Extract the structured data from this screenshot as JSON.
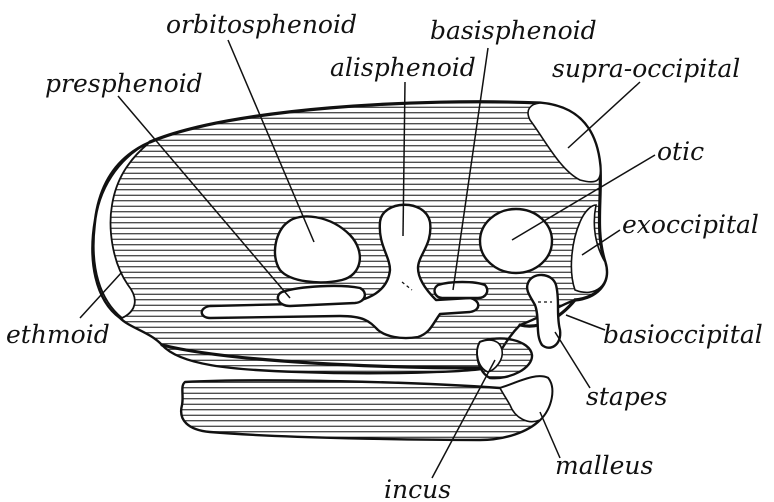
{
  "labels": {
    "orbitosphenoid": "orbitosphenoid",
    "basisphenoid": "basisphenoid",
    "alisphenoid": "alisphenoid",
    "presphenoid": "presphenoid",
    "supra_occipital": "supra-occipital",
    "otic": "otic",
    "exoccipital": "exoccipital",
    "ethmoid": "ethmoid",
    "basioccipital": "basioccipital",
    "stapes": "stapes",
    "malleus": "malleus",
    "incus": "incus"
  },
  "colors": {
    "ink": "#111111",
    "paper": "#ffffff"
  }
}
